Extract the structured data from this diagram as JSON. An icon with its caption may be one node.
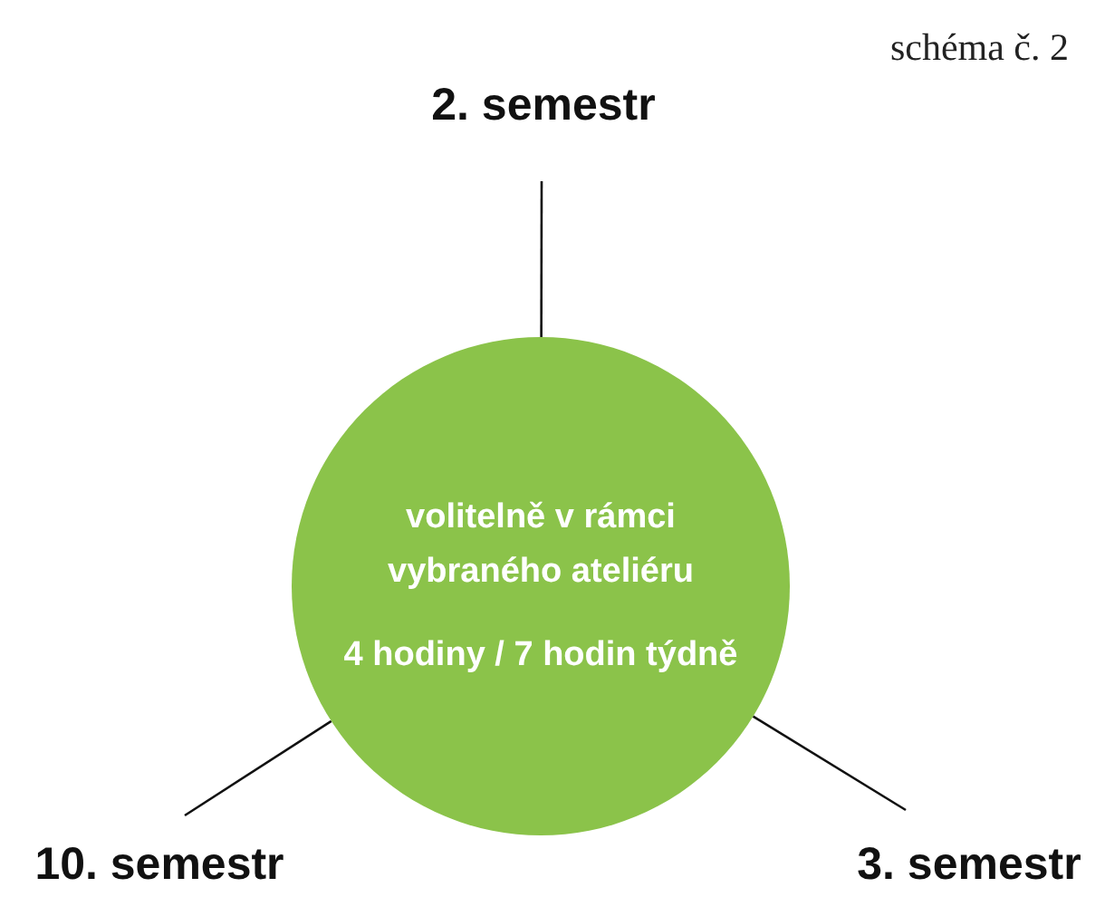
{
  "diagram": {
    "title": "schéma č. 2",
    "nodes": [
      {
        "text": [
          "volitelně v rámci vybraného ateliéru",
          "4 hodiny / 7 hodin týdně"
        ]
      },
      {
        "text": [
          "2. semestr"
        ]
      },
      {
        "text": [
          "10. semestr"
        ]
      },
      {
        "text": [
          "3. semestr"
        ]
      }
    ],
    "edges": [
      {
        "from": 0,
        "to": 1,
        "arrow": "none"
      },
      {
        "from": 0,
        "to": 2,
        "arrow": "none"
      },
      {
        "from": 0,
        "to": 3,
        "arrow": "none"
      }
    ]
  }
}
